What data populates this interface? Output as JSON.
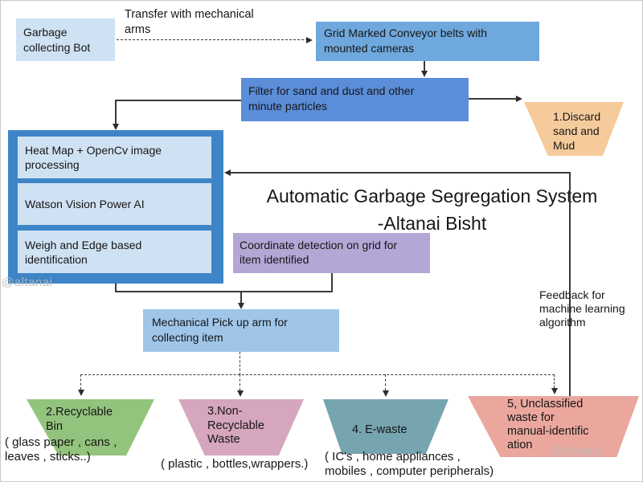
{
  "title": {
    "text": "Automatic Garbage Segregation System\n-Altanai Bisht"
  },
  "watermark": {
    "text": "@altanai"
  },
  "colors": {
    "light_blue": "#cfe2f3",
    "medium_blue": "#6fa8dc",
    "cornflower_blue": "#5b8dd9",
    "container_blue": "#3d85c6",
    "pickup_blue": "#9fc5e8",
    "purple": "#b4a7d6",
    "peach": "#f6cb9c",
    "green": "#93c47d",
    "pink": "#d5a6bd",
    "teal": "#76a5af",
    "salmon": "#eba79e",
    "line": "#3a3a3a"
  },
  "nodes": {
    "garbage_bot": {
      "label": "Garbage\ncollecting Bot"
    },
    "transfer": {
      "label": "Transfer with mechanical\narms"
    },
    "conveyor": {
      "label": "Grid Marked Conveyor belts with\nmounted cameras"
    },
    "filter": {
      "label": "Filter for sand and dust and other\nminute particles"
    },
    "processing_stack": {
      "items": [
        {
          "label": "Heat Map + OpenCv image\nprocessing"
        },
        {
          "label": "Watson Vision Power AI"
        },
        {
          "label": "Weigh and Edge based\nidentification"
        }
      ]
    },
    "coordinate": {
      "label": "Coordinate detection on grid for\nitem identified"
    },
    "pickup": {
      "label": "Mechanical Pick up arm for\ncollecting item"
    },
    "feedback": {
      "label": "Feedback for\nmachine learning\nalgorithm"
    }
  },
  "funnels": [
    {
      "label": "1.Discard\nsand and\nMud",
      "sub": "",
      "color": "#f6cb9c"
    },
    {
      "label": "2.Recyclable\nBin",
      "sub": "( glass paper , cans ,\nleaves , sticks..)",
      "color": "#93c47d"
    },
    {
      "label": "3.Non-\nRecyclable\nWaste",
      "sub": "( plastic , bottles,wrappers.)",
      "color": "#d5a6bd"
    },
    {
      "label": "4. E-waste",
      "sub": "( IC's , home appliances ,\nmobiles , computer peripherals)",
      "color": "#76a5af"
    },
    {
      "label": "5, Unclassified\nwaste for\nmanual-identific\nation",
      "sub": "",
      "color": "#eba79e"
    }
  ]
}
